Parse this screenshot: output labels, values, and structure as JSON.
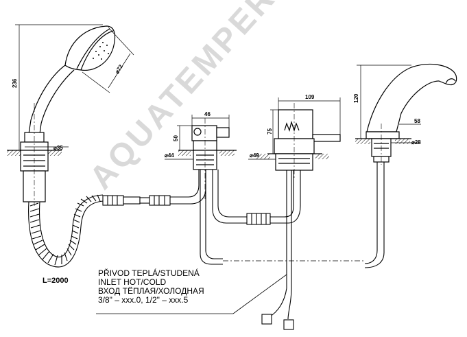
{
  "dimensions": {
    "height_236": "236",
    "dia_72": "⌀72",
    "dia_35": "⌀35",
    "w_46": "46",
    "h_50": "50",
    "dia_44": "⌀44",
    "w_109": "109",
    "h_75": "75",
    "dia_49": "⌀49",
    "h_120": "120",
    "w_58": "58",
    "dia_28": "⌀28"
  },
  "hose_length": "L=2000",
  "note": {
    "line1": "PŘIVOD TEPLÁ/STUDENÁ",
    "line2": "INLET HOT/COLD",
    "line3": "ВХОД ТЁПЛАЯ/ХОЛОДНАЯ",
    "line4": "3/8\" – xxx.0, 1/2\" – xxx.5"
  },
  "watermark": "AQUATEMPERA.RU"
}
